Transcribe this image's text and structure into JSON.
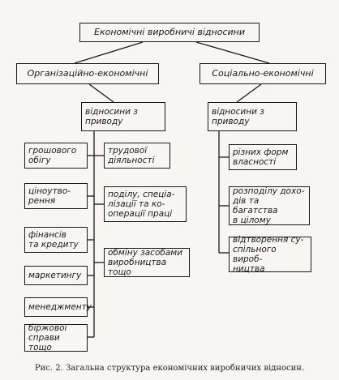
{
  "diagram": {
    "root": "Економічні виробничі відносини",
    "branches": [
      {
        "label": "Організаційно-економічні",
        "sub": "відносини з\nприводу",
        "left_column": [
          "грошового\nобігу",
          "ціноутво-\nрення",
          "фінансів\nта кредиту",
          "маркетингу",
          "менеджменту",
          "біржової\nсправи тощо"
        ],
        "right_column": [
          "трудової\nдіяльності",
          "поділу, спеціа-\nлізації та ко-\nоперації праці",
          "обміну засобами\nвиробництва тощо"
        ]
      },
      {
        "label": "Соціально-економічні",
        "sub": "відносини з\nприводу",
        "items": [
          "різних форм\nвласності",
          "розподілу дохо-\nдів та багатства\nв цілому",
          "відтворення су-\nспільного вироб-\nництва"
        ]
      }
    ]
  },
  "caption": "Рис. 2. Загальна структура економічних виробничих відносин."
}
